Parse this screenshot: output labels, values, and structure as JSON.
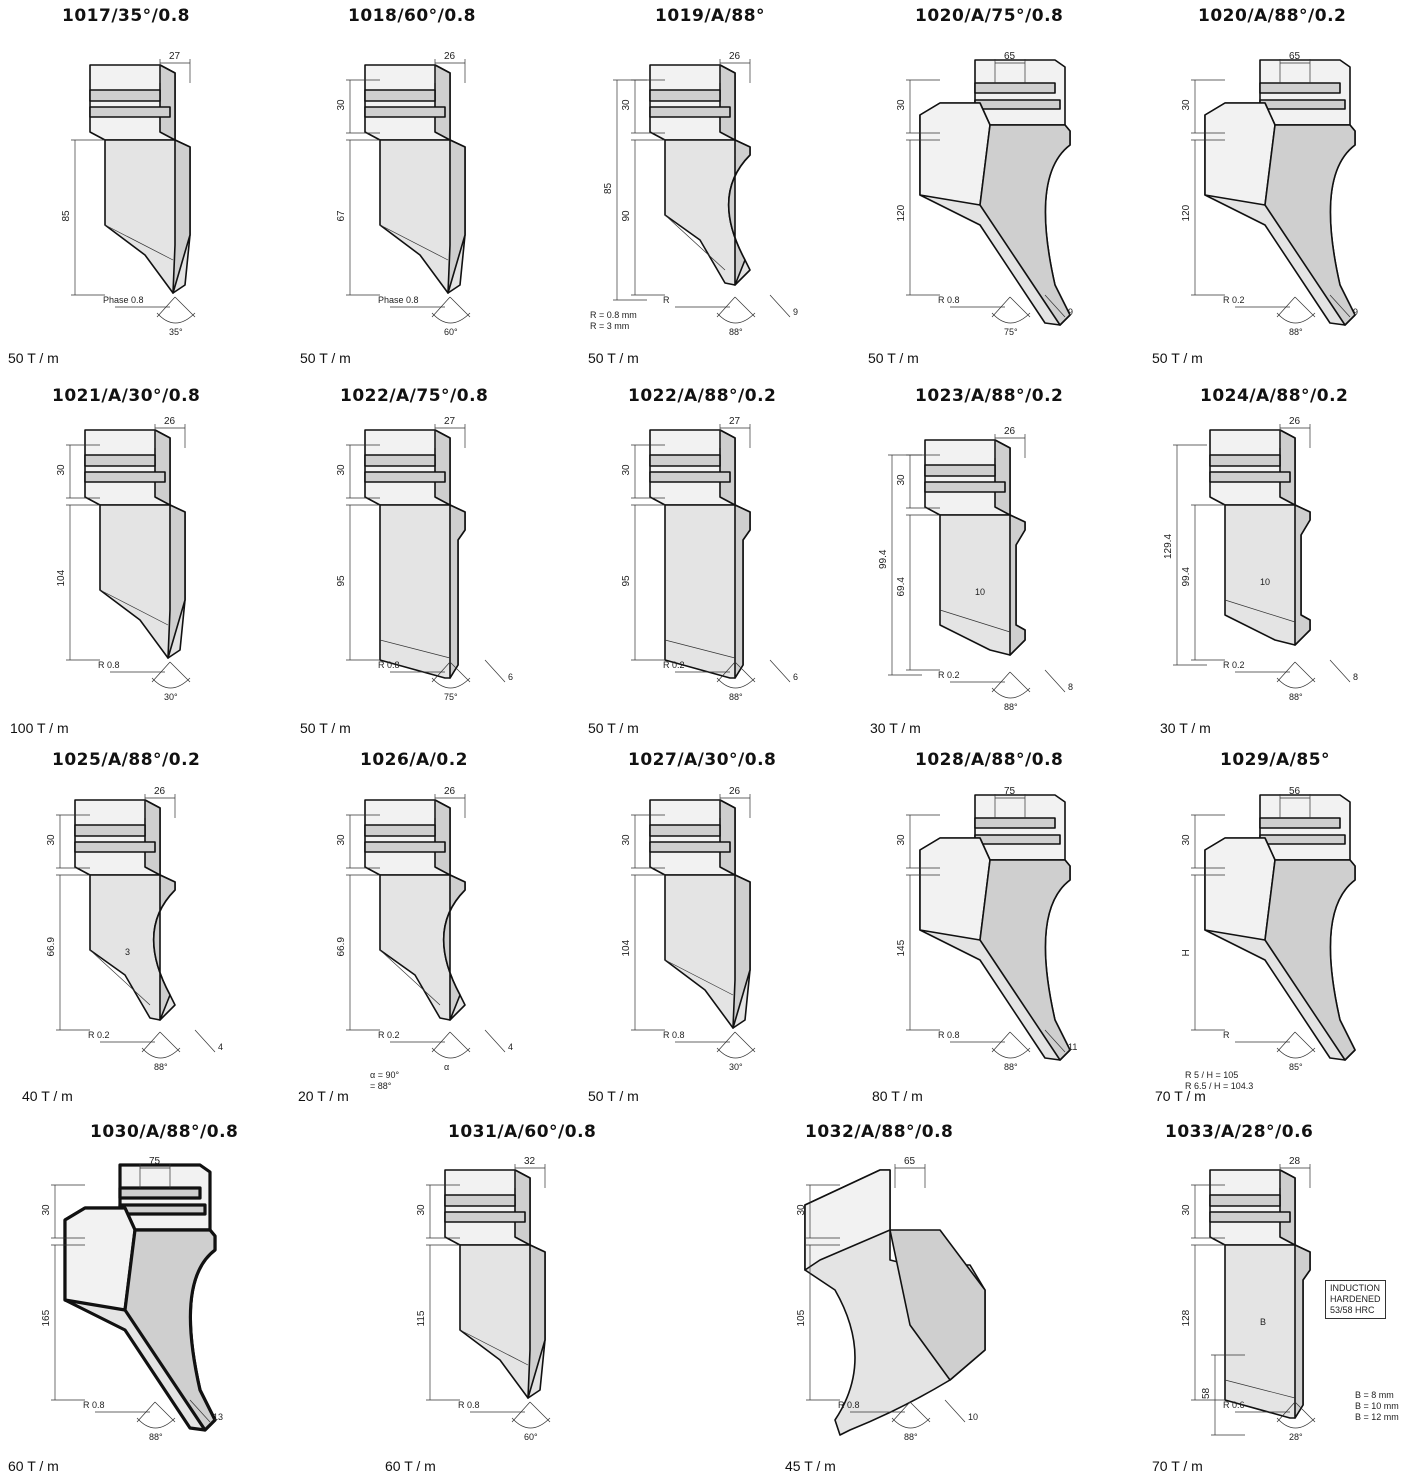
{
  "tools": [
    {
      "title": "1017/35°/0.8",
      "load": "50 T / m",
      "dims": {
        "width": "27",
        "height": "85",
        "angle": "35°",
        "radius": "Phase 0.8"
      }
    },
    {
      "title": "1018/60°/0.8",
      "load": "50 T / m",
      "dims": {
        "width": "26",
        "top": "30",
        "height": "67",
        "angle": "60°",
        "radius": "Phase 0.8"
      }
    },
    {
      "title": "1019/A/88°",
      "load": "50 T / m",
      "dims": {
        "width": "26",
        "top": "30",
        "total": "85",
        "height": "90",
        "angle": "88°",
        "radius": "R",
        "side": "9"
      },
      "notes": [
        "R = 0.8 mm",
        "R = 3 mm"
      ]
    },
    {
      "title": "1020/A/75°/0.8",
      "load": "50 T / m",
      "dims": {
        "width": "65",
        "top": "30",
        "height": "120",
        "angle": "75°",
        "radius": "R 0.8",
        "side": "9"
      }
    },
    {
      "title": "1020/A/88°/0.2",
      "load": "50 T / m",
      "dims": {
        "width": "65",
        "top": "30",
        "height": "120",
        "angle": "88°",
        "radius": "R 0.2",
        "side": "9"
      }
    },
    {
      "title": "1021/A/30°/0.8",
      "load": "100 T / m",
      "dims": {
        "width": "26",
        "top": "30",
        "height": "104",
        "angle": "30°",
        "radius": "R 0.8"
      }
    },
    {
      "title": "1022/A/75°/0.8",
      "load": "50 T / m",
      "dims": {
        "width": "27",
        "top": "30",
        "height": "95",
        "angle": "75°",
        "radius": "R 0.8",
        "side": "6"
      }
    },
    {
      "title": "1022/A/88°/0.2",
      "load": "50 T / m",
      "dims": {
        "width": "27",
        "top": "30",
        "height": "95",
        "angle": "88°",
        "radius": "R 0.2",
        "side": "6"
      }
    },
    {
      "title": "1023/A/88°/0.2",
      "load": "30 T / m",
      "dims": {
        "width": "26",
        "top": "30",
        "total": "99.4",
        "height": "69.4",
        "web": "10",
        "angle": "88°",
        "radius": "R 0.2",
        "side": "8"
      }
    },
    {
      "title": "1024/A/88°/0.2",
      "load": "30 T / m",
      "dims": {
        "width": "26",
        "total": "129.4",
        "height": "99.4",
        "web": "10",
        "angle": "88°",
        "radius": "R 0.2",
        "side": "8"
      }
    },
    {
      "title": "1025/A/88°/0.2",
      "load": "40 T / m",
      "dims": {
        "width": "26",
        "top": "30",
        "height": "66.9",
        "web": "3",
        "angle": "88°",
        "radius": "R 0.2",
        "side": "4"
      }
    },
    {
      "title": "1026/A/0.2",
      "load": "20 T / m",
      "dims": {
        "width": "26",
        "top": "30",
        "height": "66.9",
        "angle": "α",
        "radius": "R 0.2",
        "side": "4"
      },
      "notes": [
        "α = 90°",
        "= 88°"
      ]
    },
    {
      "title": "1027/A/30°/0.8",
      "load": "50 T / m",
      "dims": {
        "width": "26",
        "top": "30",
        "height": "104",
        "angle": "30°",
        "radius": "R 0.8"
      }
    },
    {
      "title": "1028/A/88°/0.8",
      "load": "80 T / m",
      "dims": {
        "width": "75",
        "top": "30",
        "height": "145",
        "angle": "88°",
        "radius": "R 0.8",
        "side": "11"
      }
    },
    {
      "title": "1029/A/85°",
      "load": "70 T / m",
      "dims": {
        "width": "56",
        "top": "30",
        "height": "H",
        "angle": "85°",
        "radius": "R"
      },
      "notes": [
        "R   5 / H = 105",
        "R 6.5 / H = 104.3"
      ]
    },
    {
      "title": "1030/A/88°/0.8",
      "load": "60 T / m",
      "dims": {
        "width": "75",
        "top": "30",
        "height": "165",
        "angle": "88°",
        "radius": "R 0.8",
        "side": "13"
      }
    },
    {
      "title": "1031/A/60°/0.8",
      "load": "60 T / m",
      "dims": {
        "width": "32",
        "top": "30",
        "height": "115",
        "angle": "60°",
        "radius": "R 0.8"
      }
    },
    {
      "title": "1032/A/88°/0.8",
      "load": "45 T / m",
      "dims": {
        "width": "65",
        "top": "30",
        "height": "105",
        "angle": "88°",
        "radius": "R 0.8",
        "side": "10"
      }
    },
    {
      "title": "1033/A/28°/0.6",
      "load": "70 T / m",
      "dims": {
        "width": "28",
        "top": "30",
        "height": "128",
        "lower": "58",
        "angle": "28°",
        "radius": "R 0.6",
        "web": "B"
      },
      "notes": [
        "B =  8 mm",
        "B = 10 mm",
        "B = 12 mm"
      ],
      "box": [
        "INDUCTION",
        "HARDENED",
        "53/58 HRC"
      ]
    }
  ]
}
